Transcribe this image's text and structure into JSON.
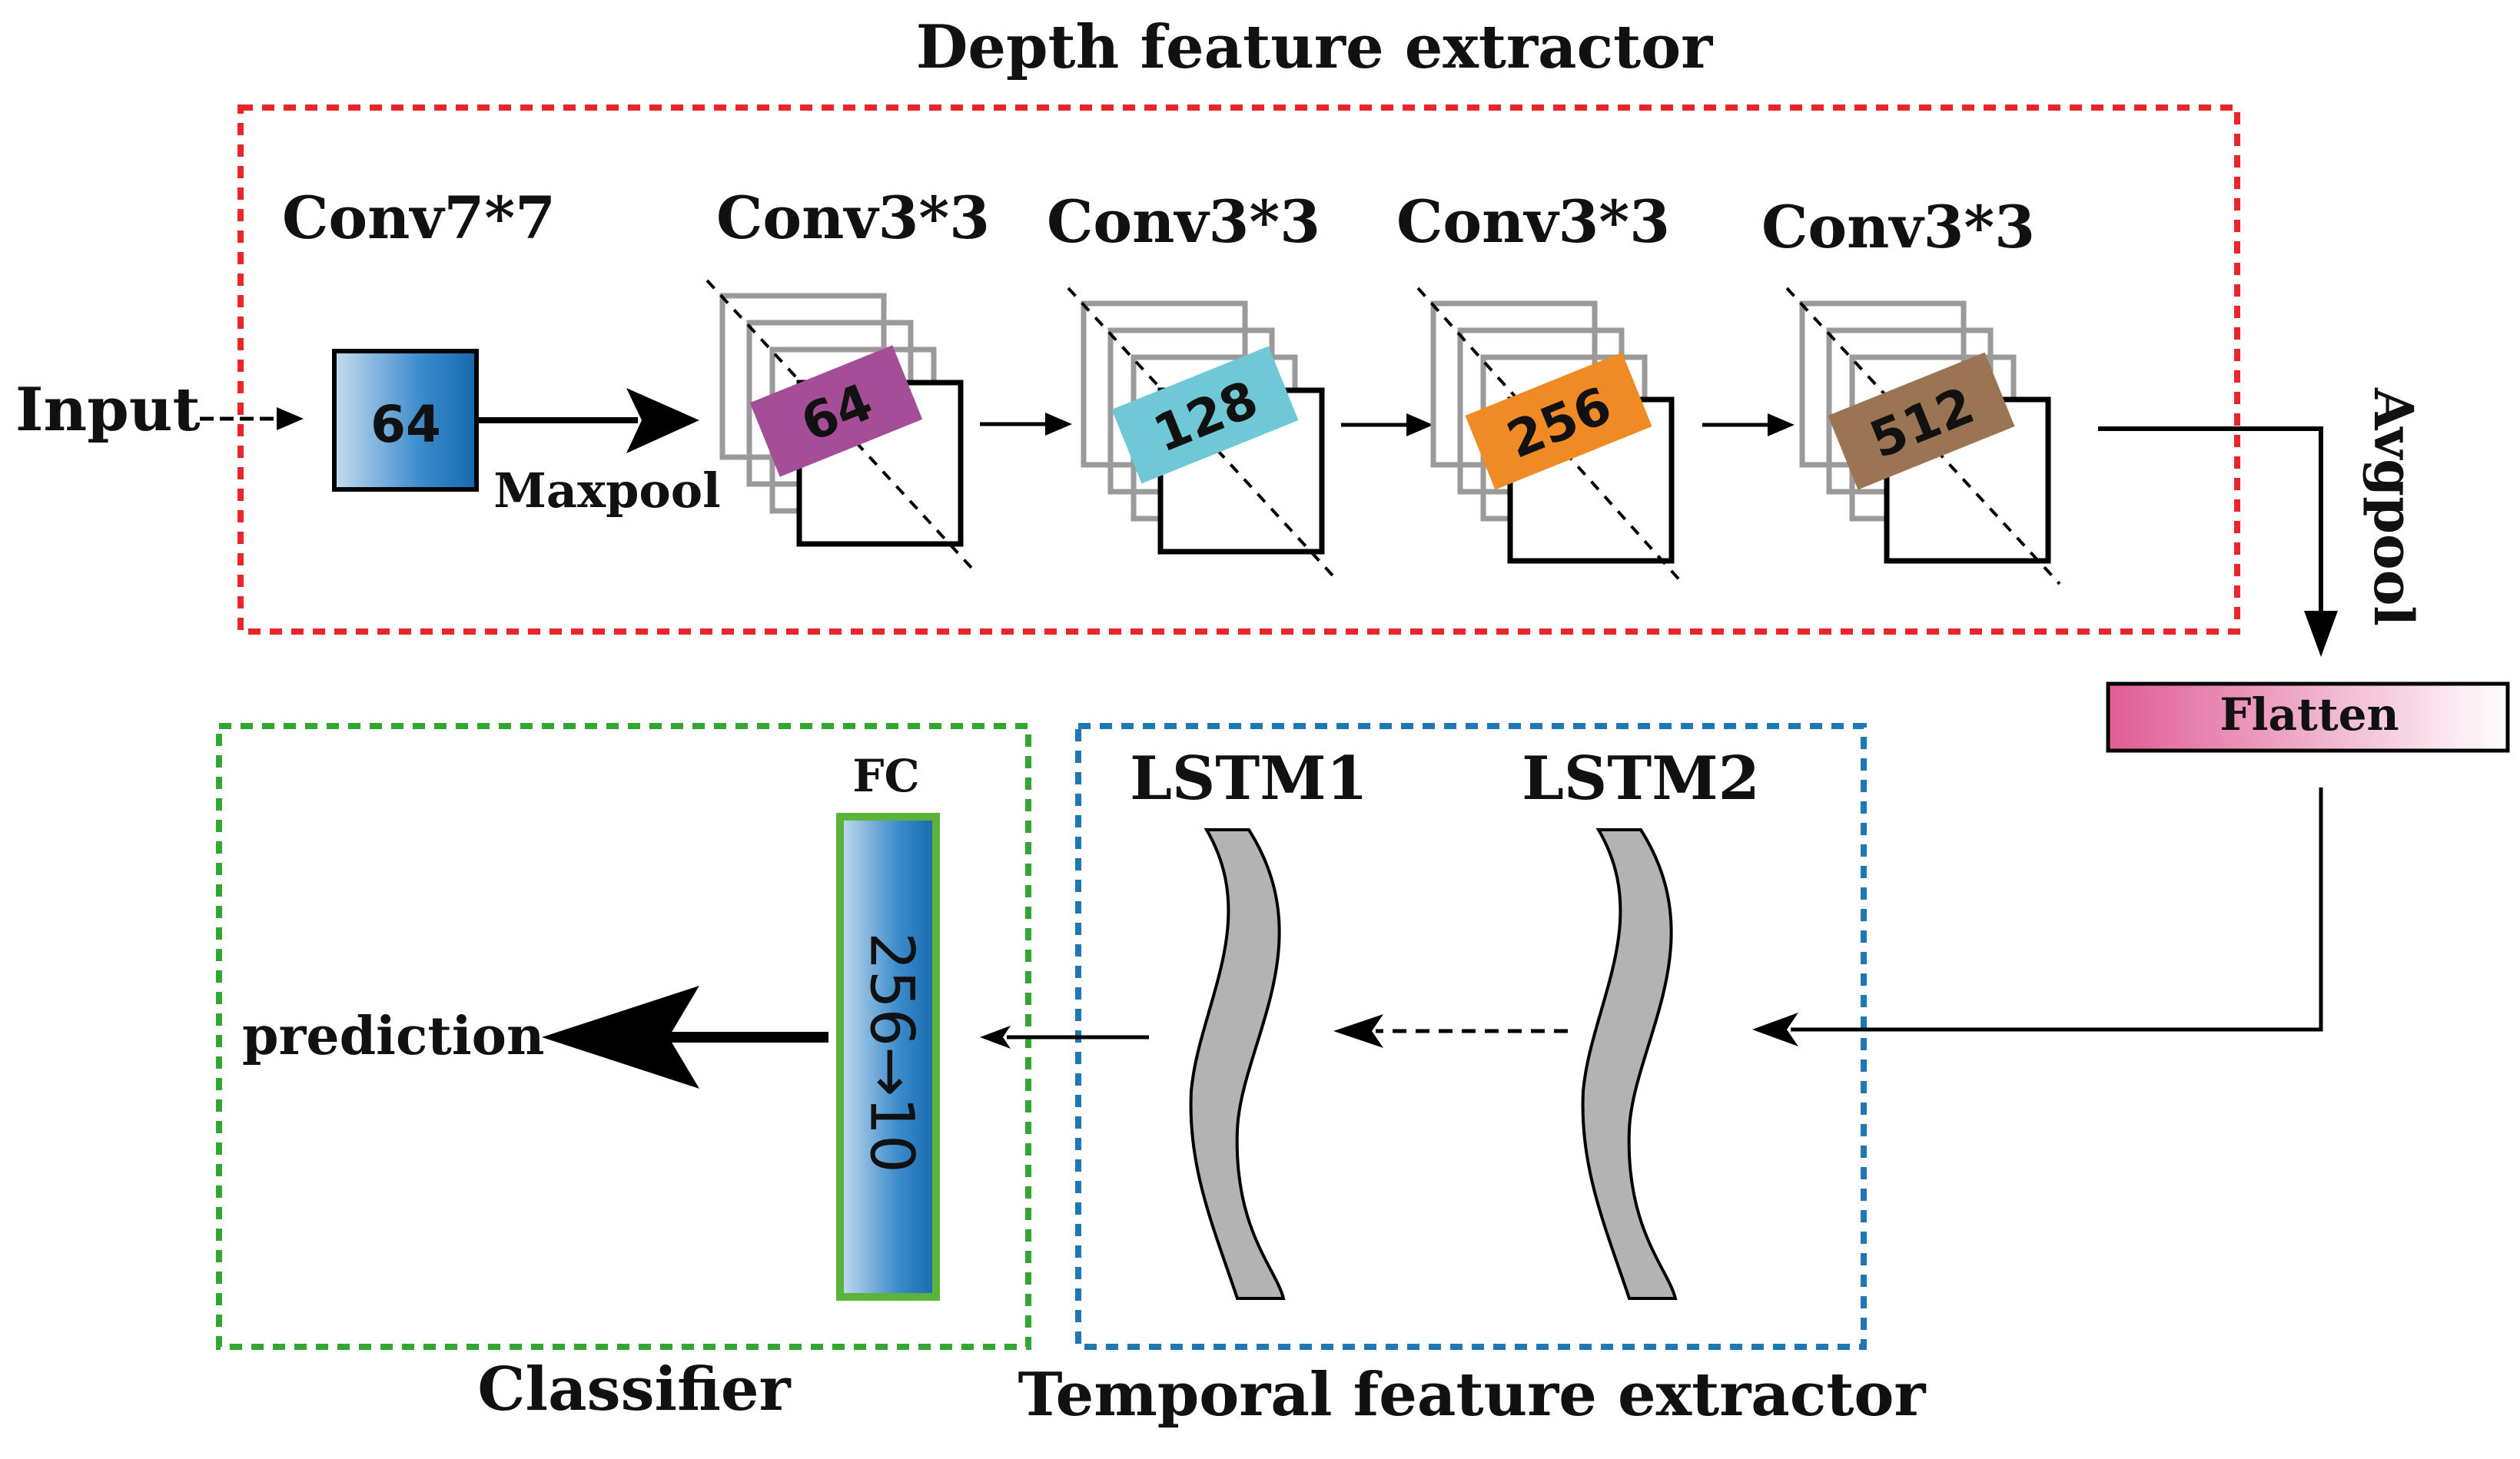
{
  "title": "Depth feature extractor",
  "input_label": "Input",
  "maxpool_label": "Maxpool",
  "avgpool_label": "Avgpool",
  "flatten_label": "Flatten",
  "stem": {
    "title": "Conv7*7",
    "channels": "64"
  },
  "blocks": [
    {
      "title": "Conv3*3",
      "channels": "64",
      "color": "#a64d98"
    },
    {
      "title": "Conv3*3",
      "channels": "128",
      "color": "#70c7d5"
    },
    {
      "title": "Conv3*3",
      "channels": "256",
      "color": "#ef8a24"
    },
    {
      "title": "Conv3*3",
      "channels": "512",
      "color": "#9b7553"
    }
  ],
  "temporal": {
    "title": "Temporal feature extractor",
    "lstm1": "LSTM1",
    "lstm2": "LSTM2"
  },
  "classifier": {
    "title": "Classifier",
    "fc_label": "FC",
    "fc_dims": "256→10",
    "output_label": "prediction"
  },
  "colors": {
    "depth_border": "#e8262a",
    "temporal_border": "#1f78b4",
    "classifier_border": "#33a532",
    "fc_border": "#5bb33b",
    "block_blue_dark": "#1469ad",
    "block_blue_light": "#c5dcef",
    "flatten_pink": "#e05c95",
    "lstm_gray": "#b3b3b3"
  }
}
